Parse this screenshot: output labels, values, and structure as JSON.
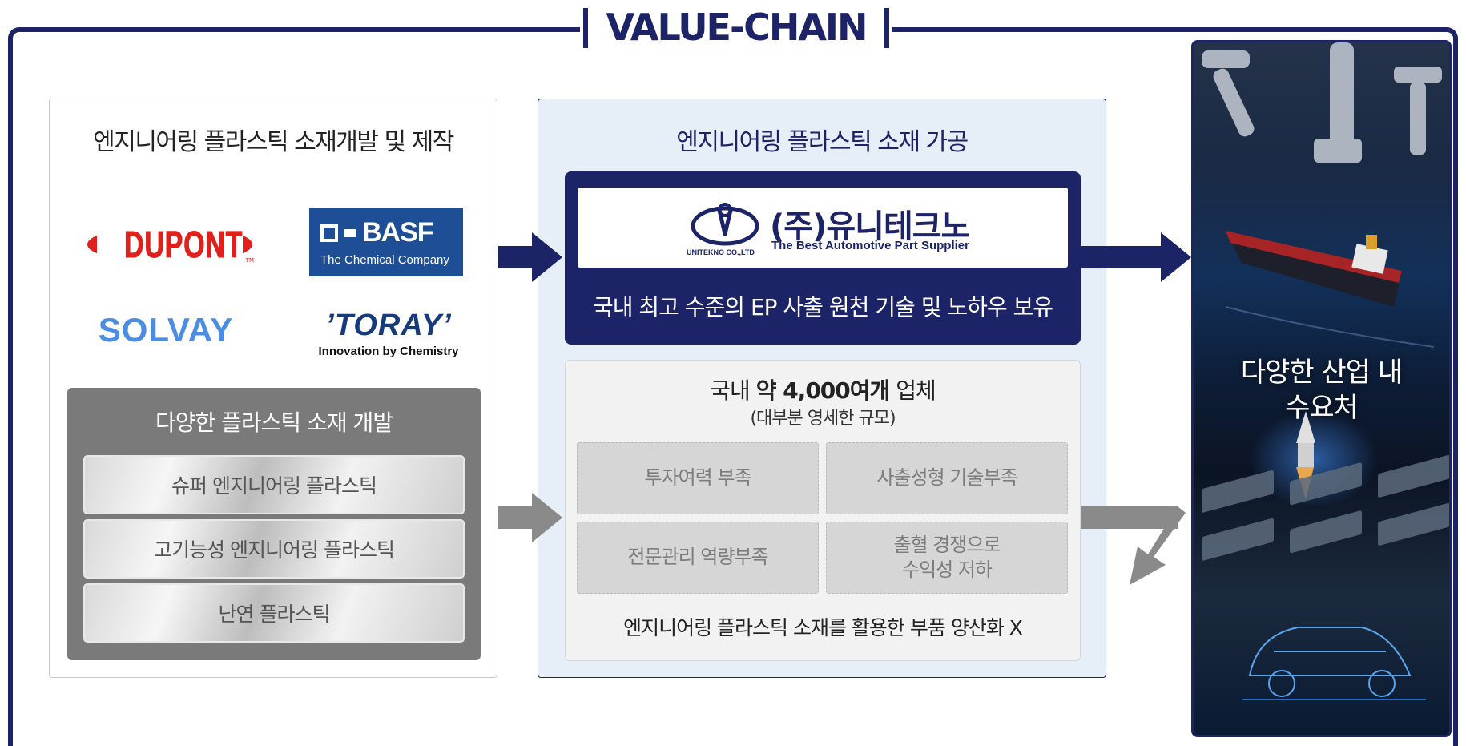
{
  "title": "VALUE-CHAIN",
  "left_panel": {
    "title": "엔지니어링 플라스틱 소재개발 및 제작",
    "logos": {
      "dupont": "DUPONT",
      "dupont_tm": "TM",
      "basf_name": "BASF",
      "basf_tagline": "The Chemical Company",
      "solvay": "SOLVAY",
      "toray_name": "’TORAY’",
      "toray_tagline": "Innovation by Chemistry"
    },
    "materials": {
      "title": "다양한 플라스틱 소재 개발",
      "items": [
        "슈퍼 엔지니어링 플라스틱",
        "고기능성 엔지니어링 플라스틱",
        "난연 플라스틱"
      ]
    }
  },
  "middle_panel": {
    "title": "엔지니어링 플라스틱 소재 가공",
    "company": {
      "name": "(주)유니테크노",
      "logo_text": "UNITEKNO CO.,LTD",
      "tagline": "The Best Automotive Part Supplier",
      "caption": "국내 최고 수준의 EP 사출 원천 기술 및 노하우 보유"
    },
    "others": {
      "head_prefix": "국내 ",
      "head_bold": "약 4,000여개",
      "head_suffix": " 업체",
      "sub": "(대부분 영세한 규모)",
      "issues": [
        "투자여력 부족",
        "사출성형 기술부족",
        "전문관리 역량부족",
        "출혈 경쟁으로\n수익성 저하"
      ],
      "footer": "엔지니어링 플라스틱 소재를 활용한 부품 양산화 X"
    }
  },
  "right_panel": {
    "text_line1": "다양한 산업 내",
    "text_line2": "수요처"
  },
  "colors": {
    "navy": "#1c2366",
    "gray_arrow": "#8a8a8a",
    "dupont_red": "#e0201b",
    "basf_blue": "#1e4e96",
    "solvay_blue": "#4a8de3"
  }
}
